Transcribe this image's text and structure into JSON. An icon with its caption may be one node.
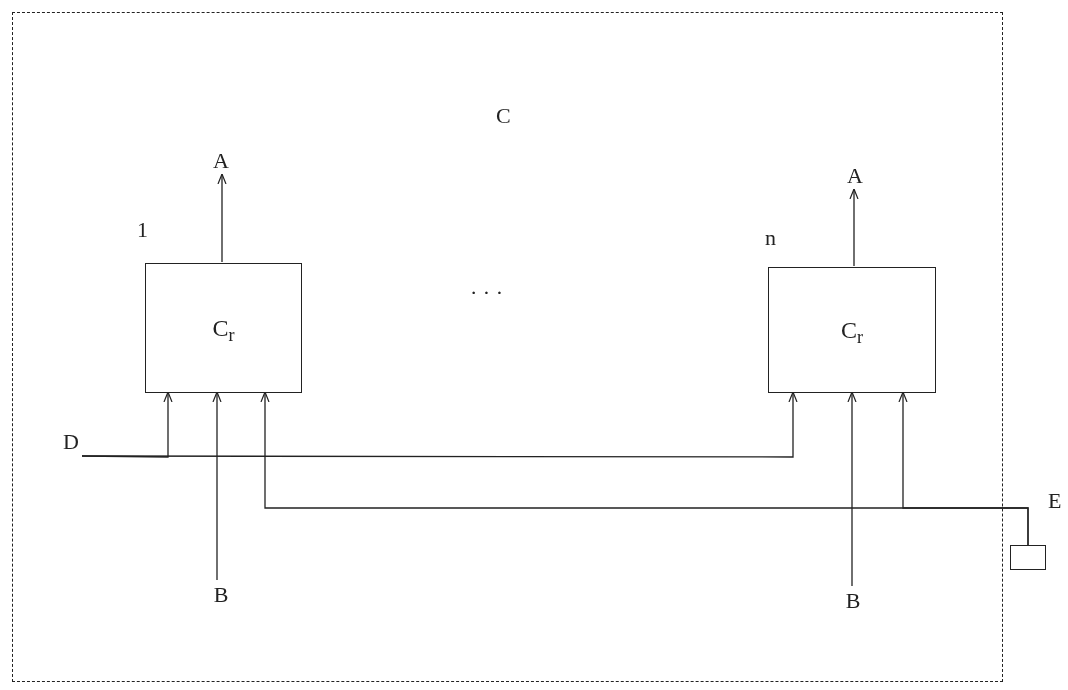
{
  "diagram": {
    "nodes": [
      {
        "text": [
          "C"
        ]
      },
      {
        "text": [
          "C$_{r}$"
        ],
        "beside": [
          "1"
        ],
        "in": 0
      },
      {
        "text": [
          "C$_{r}$"
        ],
        "beside": [
          "n"
        ],
        "in": 0
      },
      {
        "text": [
          "A"
        ],
        "in": 0
      },
      {
        "text": [
          "A"
        ],
        "in": 0
      },
      {
        "text": [
          "B"
        ],
        "in": 0
      },
      {
        "text": [
          "B"
        ],
        "in": 0
      },
      {
        "text": [
          "D"
        ],
        "in": 0
      },
      {
        "text": [],
        "shape": "box",
        "beside": [
          "E"
        ]
      }
    ],
    "edges": [
      {
        "from": 1,
        "to": 3,
        "arrow": "to"
      },
      {
        "from": 2,
        "to": 4,
        "arrow": "to"
      },
      {
        "from": 5,
        "to": 1,
        "arrow": "to"
      },
      {
        "from": 6,
        "to": 2,
        "arrow": "to"
      },
      {
        "from": 7,
        "to": 1,
        "arrow": "to"
      },
      {
        "from": 7,
        "to": 2,
        "arrow": "to"
      },
      {
        "from": 8,
        "to": 1,
        "arrow": "to"
      },
      {
        "from": 8,
        "to": 2,
        "arrow": "to"
      }
    ],
    "labels": [
      "· · ·"
    ]
  }
}
